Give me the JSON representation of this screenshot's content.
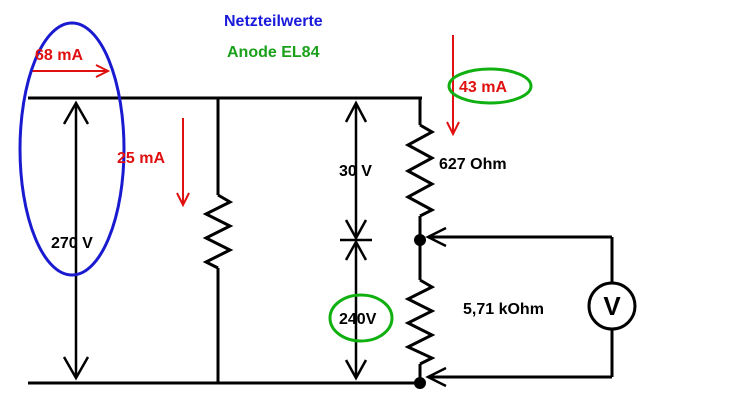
{
  "title": "Netzteilwerte",
  "subtitle": "Anode EL84",
  "labels": {
    "supply_current": "68 mA",
    "branch_current": "25 mA",
    "divider_current": "43 mA",
    "supply_voltage": "270 V",
    "upper_voltage": "30 V",
    "lower_voltage": "240V",
    "upper_resistor": "627 Ohm",
    "lower_resistor": "5,71 kOhm",
    "voltmeter": "V"
  },
  "colors": {
    "wire": "#000000",
    "title": "#1a1adc",
    "subtitle": "#1aa01a",
    "current": "#e01010",
    "highlight_blue": "#1a1ad0",
    "highlight_green": "#10b010"
  }
}
